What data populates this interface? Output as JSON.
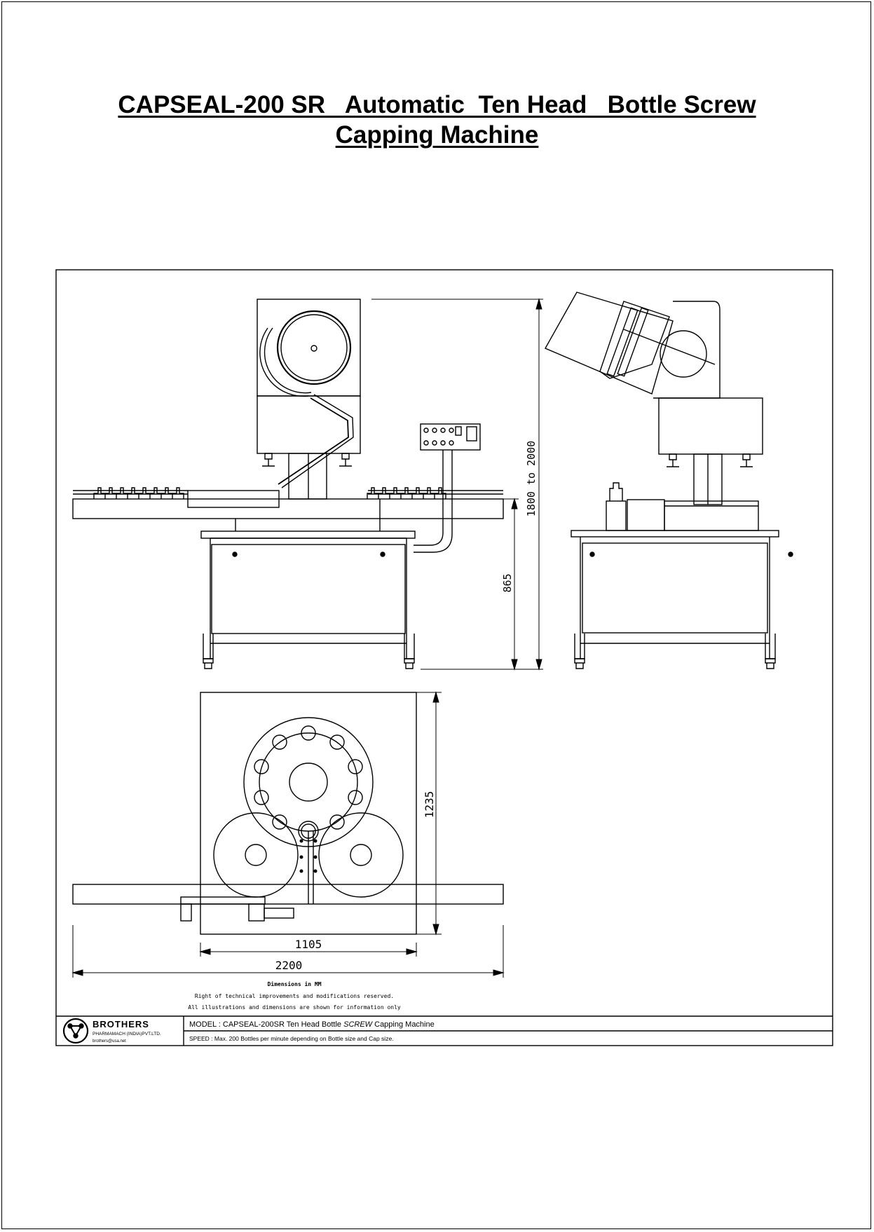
{
  "title": {
    "line1": "CAPSEAL-200 SR   Automatic  Ten Head   Bottle Screw",
    "line2": "Capping Machine"
  },
  "dimensions": {
    "overall_height": "1800 to 2000",
    "table_height": "865",
    "top_view_depth": "1235",
    "top_view_width": "1105",
    "overall_length": "2200"
  },
  "notes": {
    "line1": "Dimensions in MM",
    "line2": "Right of technical improvements and modifications reserved.",
    "line3": "All illustrations and dimensions are shown for information only"
  },
  "title_block": {
    "brand": "BROTHERS",
    "company": "PHARMAMACH (INDIA)PVT.LTD.",
    "email": "brothers@usa.net",
    "model_prefix": "MODEL : CAPSEAL-200SR Ten Head Bottle ",
    "model_emph": "SCREW",
    "model_suffix": " Capping Machine",
    "speed": "SPEED : Max. 200 Bottles per minute depending on Bottle size and Cap size."
  }
}
